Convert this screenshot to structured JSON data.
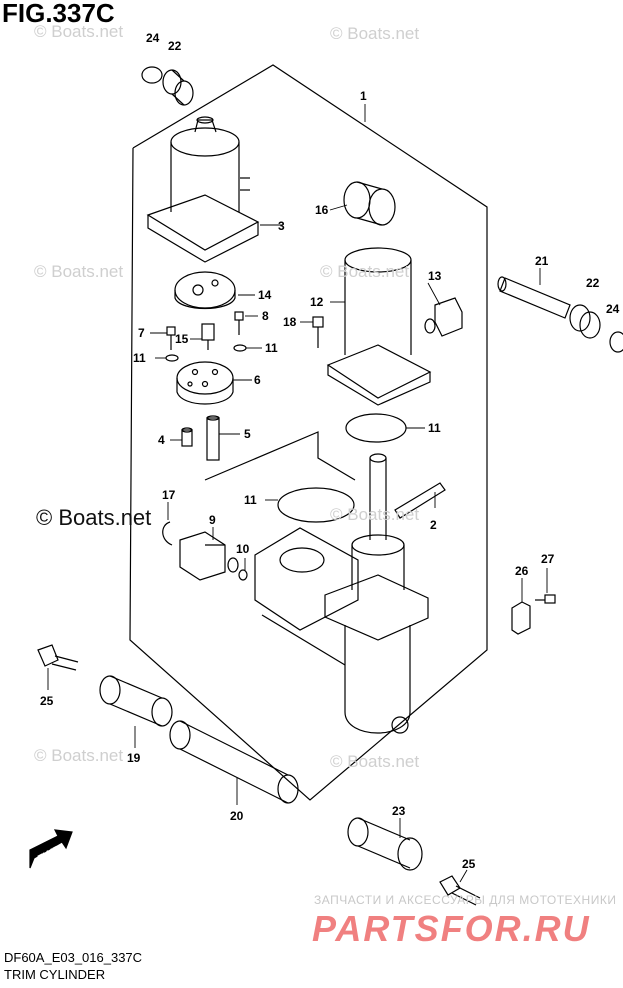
{
  "figure": {
    "title": "FIG.337C",
    "code": "DF60A_E03_016_337C",
    "name": "TRIM CYLINDER"
  },
  "watermarks": {
    "site": "© Boats.net"
  },
  "brand": {
    "subtitle": "ЗАПЧАСТИ И АКСЕССУАРЫ ДЛЯ МОТОТЕХНИКИ",
    "logo": "PARTSFOR.RU"
  },
  "direction": {
    "label": "FWD"
  },
  "parts": [
    {
      "id": "p24a",
      "number": "24"
    },
    {
      "id": "p22a",
      "number": "22"
    },
    {
      "id": "p1",
      "number": "1"
    },
    {
      "id": "p3",
      "number": "3"
    },
    {
      "id": "p16",
      "number": "16"
    },
    {
      "id": "p21",
      "number": "21"
    },
    {
      "id": "p22b",
      "number": "22"
    },
    {
      "id": "p24b",
      "number": "24"
    },
    {
      "id": "p14",
      "number": "14"
    },
    {
      "id": "p13",
      "number": "13"
    },
    {
      "id": "p12",
      "number": "12"
    },
    {
      "id": "p18",
      "number": "18"
    },
    {
      "id": "p7",
      "number": "7"
    },
    {
      "id": "p15",
      "number": "15"
    },
    {
      "id": "p8",
      "number": "8"
    },
    {
      "id": "p11a",
      "number": "11"
    },
    {
      "id": "p11b",
      "number": "11"
    },
    {
      "id": "p6",
      "number": "6"
    },
    {
      "id": "p4",
      "number": "4"
    },
    {
      "id": "p5",
      "number": "5"
    },
    {
      "id": "p11c",
      "number": "11"
    },
    {
      "id": "p11d",
      "number": "11"
    },
    {
      "id": "p17",
      "number": "17"
    },
    {
      "id": "p9",
      "number": "9"
    },
    {
      "id": "p10",
      "number": "10"
    },
    {
      "id": "p2",
      "number": "2"
    },
    {
      "id": "p27",
      "number": "27"
    },
    {
      "id": "p26",
      "number": "26"
    },
    {
      "id": "p25a",
      "number": "25"
    },
    {
      "id": "p19",
      "number": "19"
    },
    {
      "id": "p20",
      "number": "20"
    },
    {
      "id": "p23",
      "number": "23"
    },
    {
      "id": "p25b",
      "number": "25"
    }
  ]
}
